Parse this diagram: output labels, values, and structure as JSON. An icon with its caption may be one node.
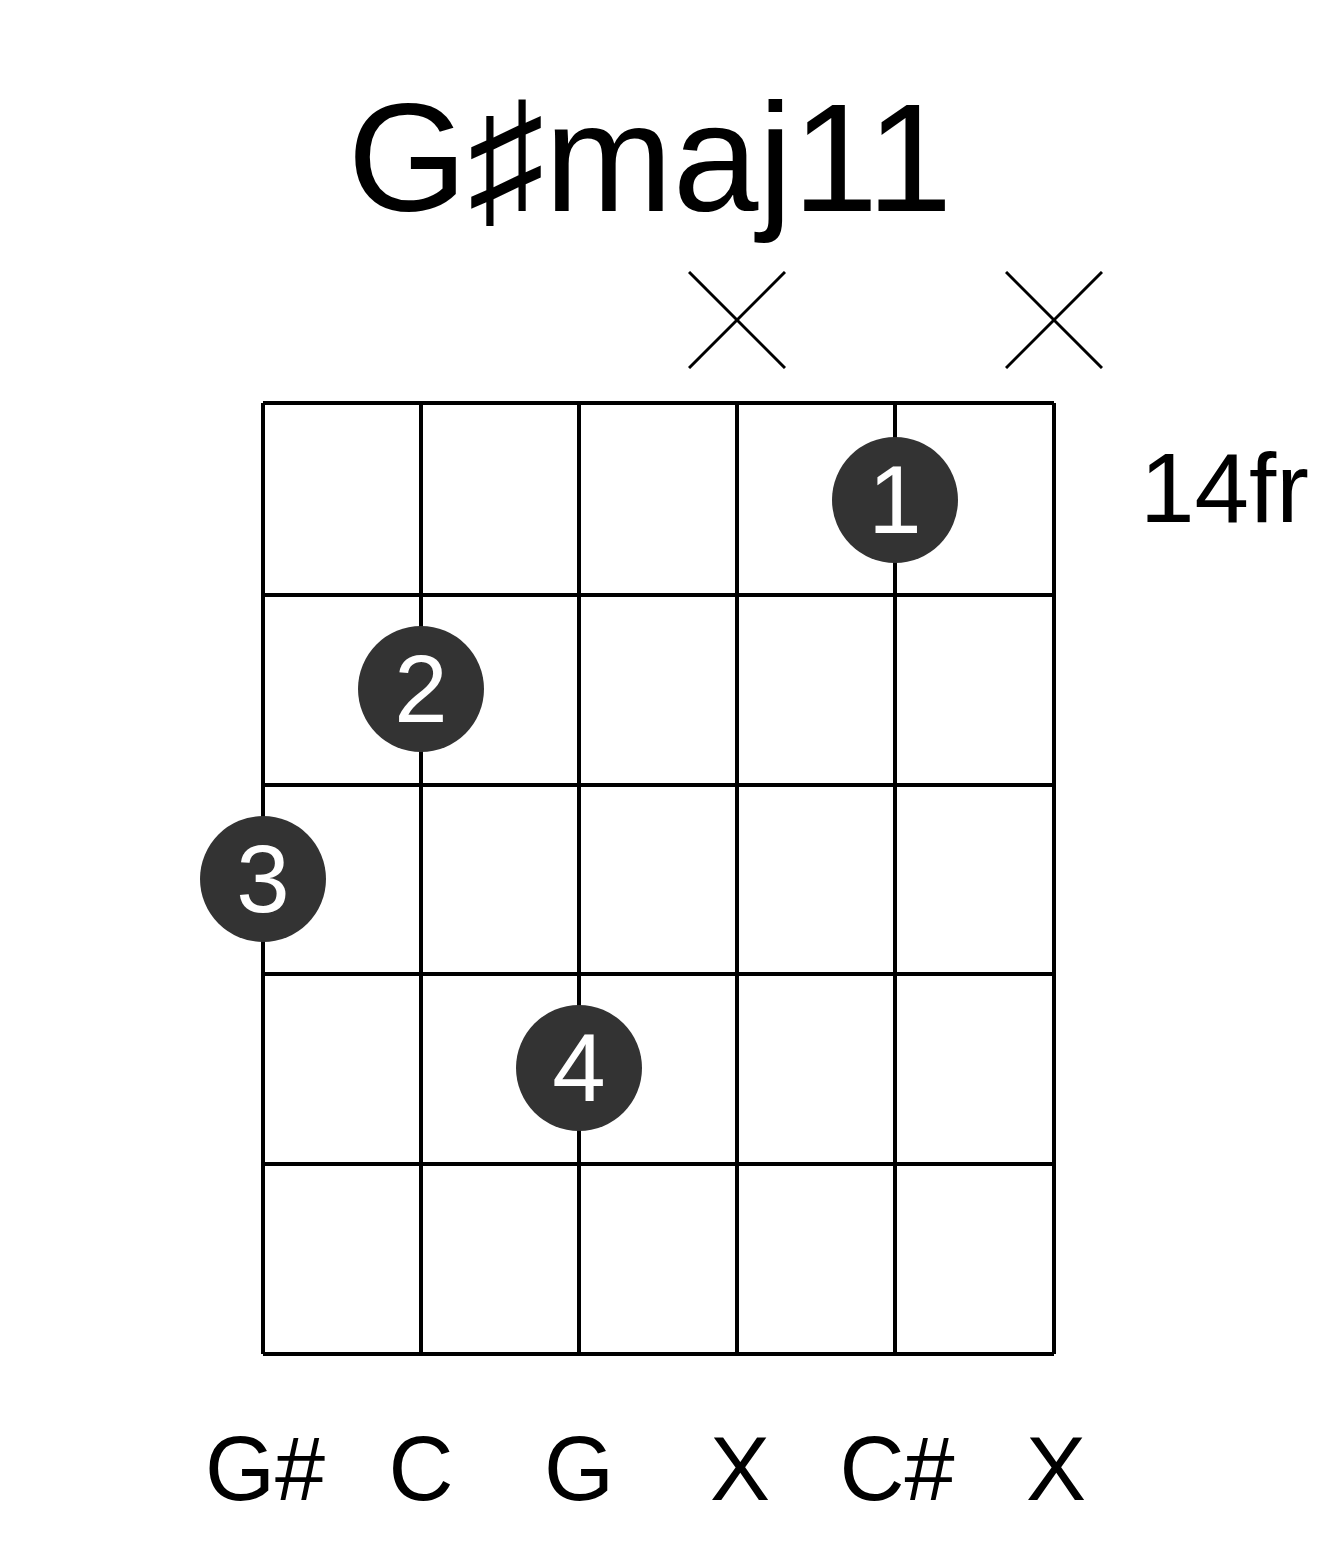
{
  "diagram": {
    "title": "G♯maj11",
    "nodes": [
      {
        "text": [
          "1"
        ]
      },
      {
        "text": [
          "2"
        ]
      },
      {
        "text": [
          "3"
        ]
      },
      {
        "text": [
          "4"
        ]
      }
    ],
    "labels": [
      "14fr",
      "G#",
      "C",
      "G",
      "X",
      "C#",
      "X"
    ]
  }
}
